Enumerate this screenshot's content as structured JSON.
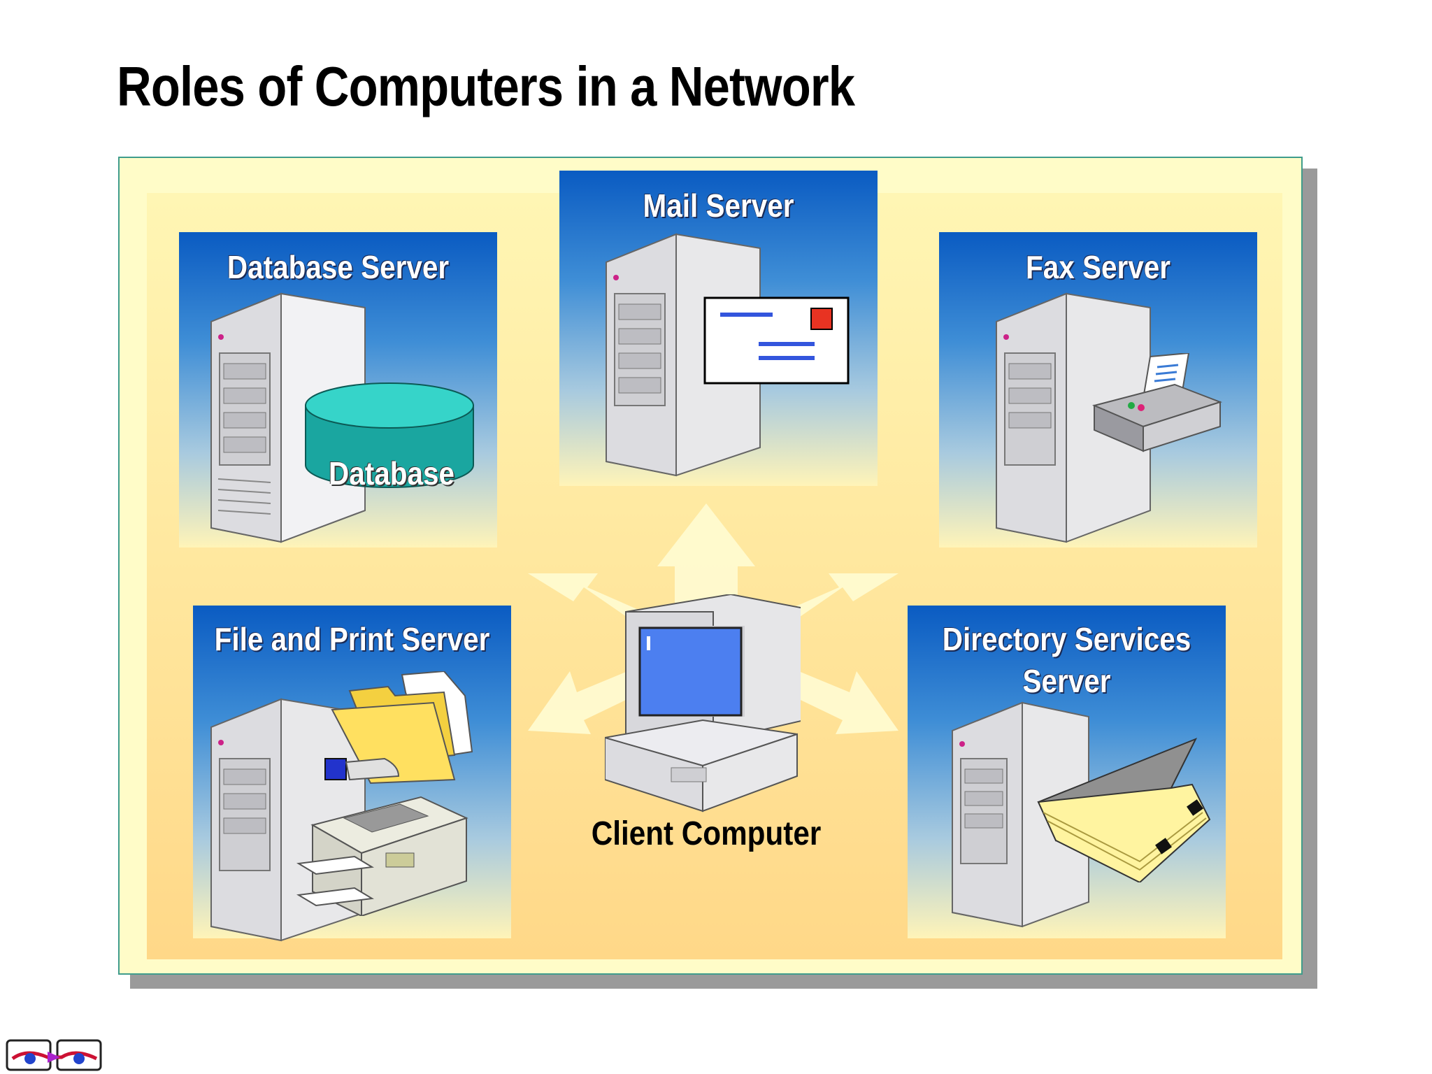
{
  "title": "Roles of Computers in a Network",
  "panels": {
    "database": "Database Server",
    "database_item": "Database",
    "mail": "Mail Server",
    "fax": "Fax Server",
    "file_print": "File and Print Server",
    "directory_line1": "Directory Services",
    "directory_line2": "Server"
  },
  "client": "Client Computer",
  "colors": {
    "panel_blue": "#0a5bc2",
    "background_yellow": "#fffcc8",
    "frame_border": "#3f9c8c",
    "database_teal": "#1aa6a0"
  }
}
